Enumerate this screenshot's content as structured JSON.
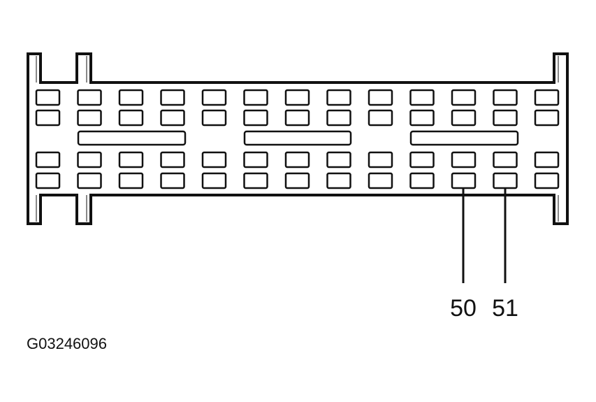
{
  "diagram": {
    "type": "connector-face",
    "rows": [
      {
        "row": 1,
        "cells": 13
      },
      {
        "row": 2,
        "cells": 13
      },
      {
        "row": 3,
        "cells": 13
      },
      {
        "row": 4,
        "cells": 13
      }
    ],
    "callouts": [
      {
        "label": "50",
        "row": 4,
        "column": 11
      },
      {
        "label": "51",
        "row": 4,
        "column": 12
      }
    ]
  },
  "figure_id": "G03246096",
  "colors": {
    "stroke": "#111111",
    "fill": "#ffffff",
    "key_stroke": "#888888"
  }
}
